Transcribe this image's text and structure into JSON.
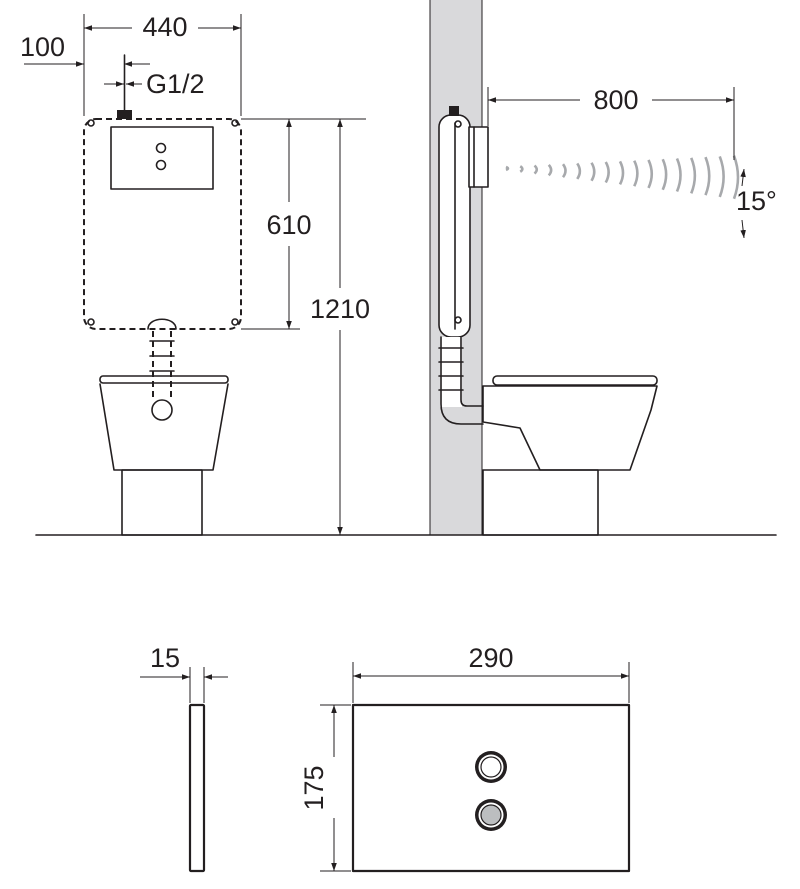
{
  "dimensions": {
    "frame_width": "440",
    "inlet_offset": "100",
    "inlet_thread": "G1/2",
    "cistern_height": "610",
    "install_height": "1210",
    "sensor_range": "800",
    "sensor_angle": "15°",
    "plate_thickness": "15",
    "plate_width": "290",
    "plate_height": "175"
  },
  "colors": {
    "line": "#231f20",
    "wall": "#d9d9db",
    "sensor_beam": "#a7a9ac",
    "button_fill": "#bcbec0"
  }
}
